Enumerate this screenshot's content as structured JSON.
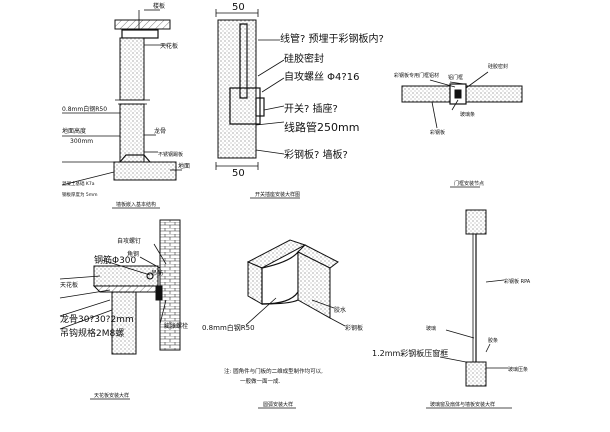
{
  "d1": {
    "lbl_top": "楼板",
    "lbl_ceiling": "天花板",
    "lbl_board": "0.8mm白钢R50",
    "lbl_col": "龙骨",
    "lbl_steel": "不锈钢踢板",
    "lbl_h": "地面高度",
    "lbl_300": "300mm",
    "lbl_floor": "地面",
    "lbl_base1": "混凝土基础 K7a",
    "lbl_base2": "钢板厚度为 5mm",
    "caption": "墙板嵌入基本结构"
  },
  "d2": {
    "dim_top": "50",
    "dim_bottom": "50",
    "lbl1": "线管? 预埋于彩钢板内?",
    "lbl2": "硅胶密封",
    "lbl3": "自攻螺丝 Φ4?16",
    "lbl4": "开关? 插座?",
    "lbl5": "线路管250mm",
    "lbl6": "彩钢板? 墙板?",
    "caption": "开关插座安装大样图"
  },
  "d3": {
    "lbl1": "彩钢板专用门框铝材",
    "lbl2": "铝门框",
    "lbl3": "硅胶密封",
    "lbl4": "彩钢板",
    "lbl5": "玻璃条",
    "caption": "门框安装节点"
  },
  "d4": {
    "lbl1": "自攻螺钉",
    "lbl2": "角钢",
    "lbl3": "钢筋Φ300",
    "lbl4": "吊筋",
    "lbl5": "天花板",
    "lbl6": "龙骨30?30?2mm",
    "lbl7": "吊钩规格2M8螺",
    "lbl8": "膨胀螺栓",
    "caption": "天花板安装大样"
  },
  "d5": {
    "lbl_board": "0.8mm白钢R50",
    "lbl_glue": "胶水",
    "lbl_wall": "彩钢板",
    "note1": "注: 圆角件与门板的二维成型制作均可以,",
    "note2": "一般做一面一成.",
    "caption": "圆弧安装大样"
  },
  "d6": {
    "lbl1": "彩钢板 RPA",
    "lbl2": "玻璃",
    "lbl3": "胶条",
    "lbl4": "1.2mm彩钢板压窗框",
    "lbl5": "玻璃压条",
    "caption": "玻璃窗及扇体与墙板安装大样"
  }
}
